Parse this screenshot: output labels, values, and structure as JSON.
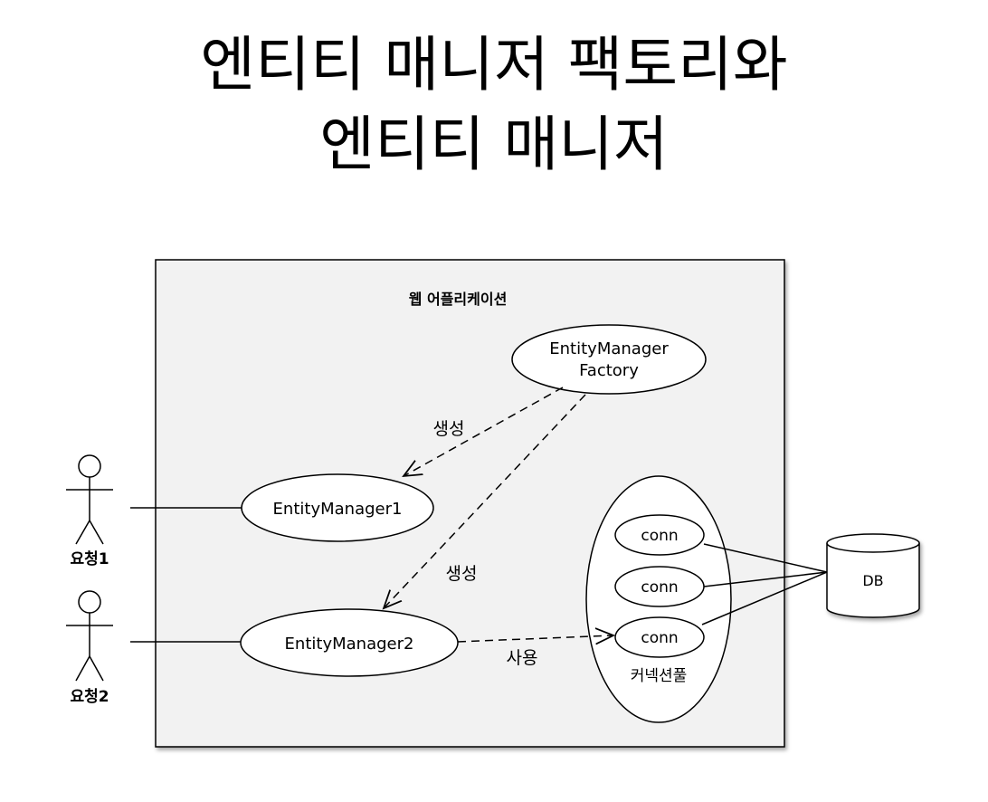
{
  "slide": {
    "title_line1": "엔티티 매니저 팩토리와",
    "title_line2": "엔티티 매니저"
  },
  "diagram": {
    "container_label": "웹 어플리케이션",
    "factory": {
      "line1": "EntityManager",
      "line2": "Factory"
    },
    "entity_manager_1": "EntityManager1",
    "entity_manager_2": "EntityManager2",
    "create_label_1": "생성",
    "create_label_2": "생성",
    "use_label": "사용",
    "pool_label": "커넥션풀",
    "connections": [
      "conn",
      "conn",
      "conn"
    ],
    "db_label": "DB",
    "actor_1": "요청1",
    "actor_2": "요청2"
  }
}
